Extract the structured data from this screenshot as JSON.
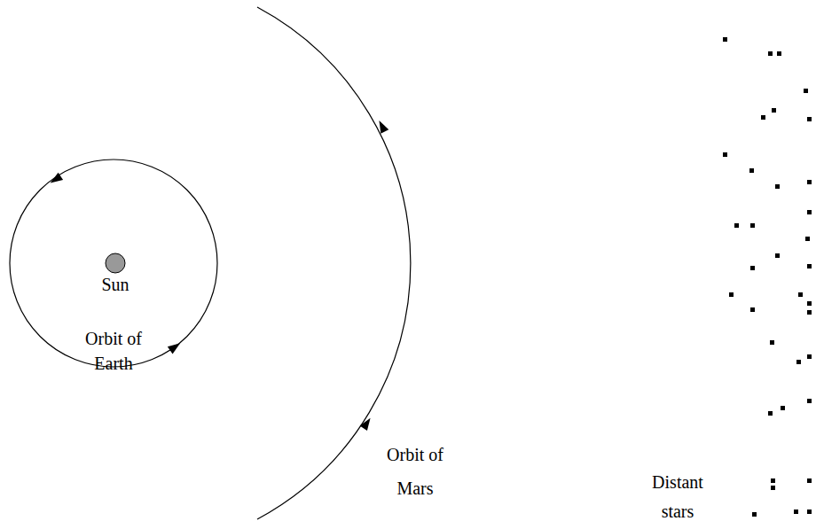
{
  "diagram": {
    "labels": [
      "Sun",
      "Orbit of Earth",
      "Orbit of Mars",
      "Distant stars"
    ]
  }
}
